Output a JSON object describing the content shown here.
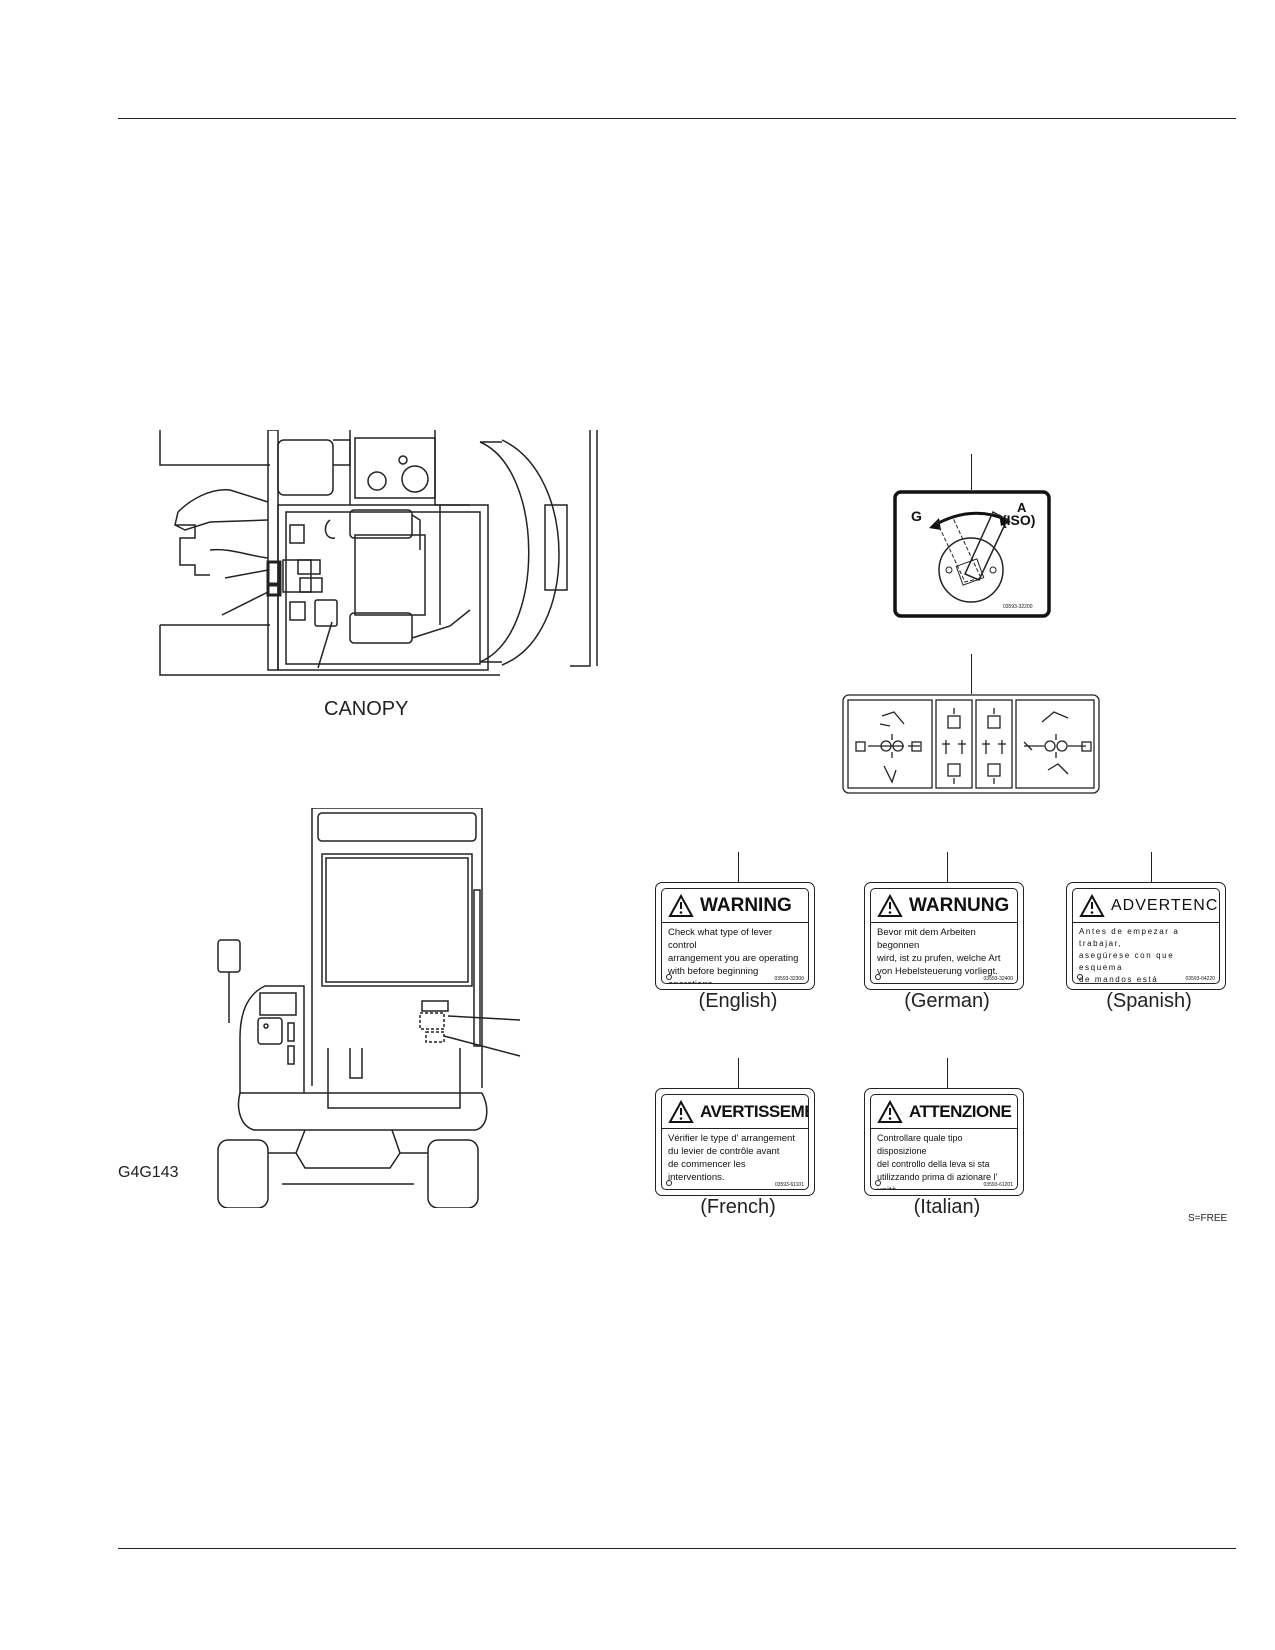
{
  "figure": {
    "canopy_label": "CANOPY",
    "figure_code": "G4G143",
    "scale_note": "S=FREE",
    "pattern_decal": {
      "left_label": "G",
      "right_label_top": "A",
      "right_label_bottom": "(ISO)",
      "part_number": "03593-32200"
    },
    "warning_decals": [
      {
        "id": "english",
        "title": "WARNING",
        "body": "Check what type of lever control\narrangement you are operating\nwith before beginning operations.",
        "part_number": "03593-32300",
        "caption": "(English)"
      },
      {
        "id": "german",
        "title": "WARNUNG",
        "body": "Bevor mit dem Arbeiten begonnen\nwird, ist zu prufen, welche Art\nvon Hebelsteuerung vorliegt.",
        "part_number": "03593-32400",
        "caption": "(German)"
      },
      {
        "id": "spanish",
        "title": "ADVERTENCIA",
        "body": "Antes de empezar a trabajar,\nasegúrese con que esquema\nde mandos está trabajando.",
        "part_number": "03593-64220",
        "caption": "(Spanish)"
      },
      {
        "id": "french",
        "title": "AVERTISSEMENT",
        "body": "Vérifier le type d' arrangement\ndu levier de contrôle avant\nde commencer les interventions.",
        "part_number": "03593-61101",
        "caption": "(French)"
      },
      {
        "id": "italian",
        "title": "ATTENZIONE",
        "body": "Controllare quale tipo disposizione\ndel controllo della leva si sta\nutilizzando prima di azionare l' unità.",
        "part_number": "03593-61201",
        "caption": "(Italian)"
      }
    ]
  }
}
